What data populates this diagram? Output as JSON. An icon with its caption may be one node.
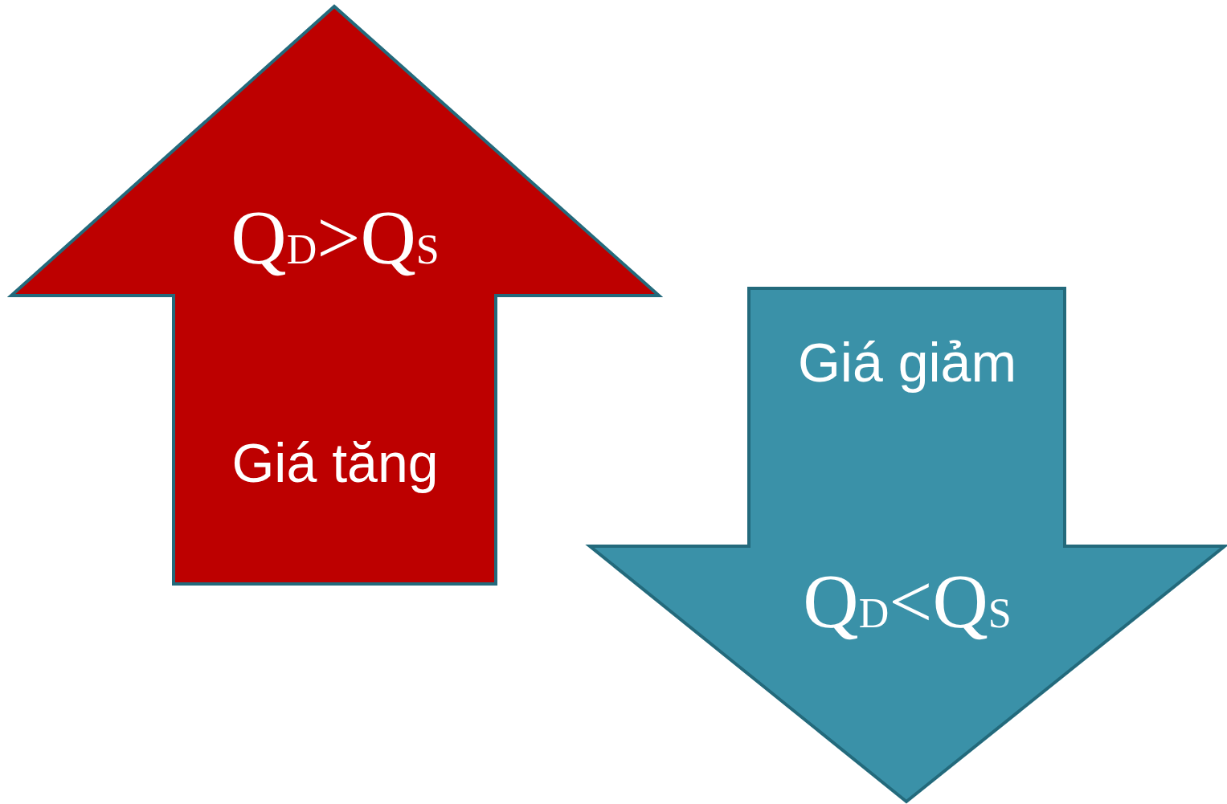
{
  "diagram": {
    "nodes": [
      {
        "text": [
          "Q$_{D}$>Q$_{S}$",
          "Giá tăng"
        ]
      },
      {
        "text": [
          "Giá giảm",
          "Q$_{D}$<Q$_{S}$"
        ]
      }
    ]
  }
}
